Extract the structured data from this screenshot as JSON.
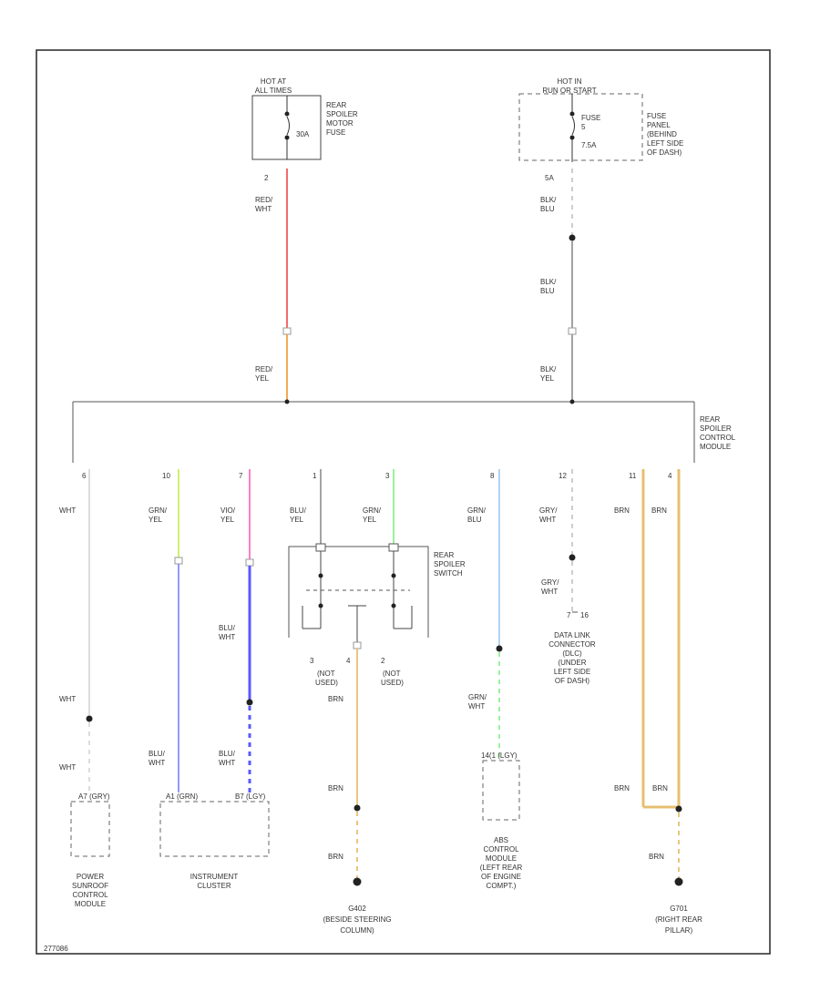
{
  "power": {
    "left": {
      "title_line1": "HOT AT",
      "title_line2": "ALL TIMES",
      "fuse_amp": "30A",
      "fuse_name": [
        "REAR",
        "SPOILER",
        "MOTOR",
        "FUSE"
      ],
      "pin": "2"
    },
    "right": {
      "title_line1": "HOT IN",
      "title_line2": "RUN OR START",
      "fuse_label": [
        "FUSE",
        "5"
      ],
      "fuse_amp": "7.5A",
      "panel_name": [
        "FUSE",
        "PANEL",
        "(BEHIND",
        "LEFT SIDE",
        "OF DASH)"
      ],
      "pin": "5A"
    }
  },
  "wires": {
    "red_wht": [
      "RED/",
      "WHT"
    ],
    "red_yel": [
      "RED/",
      "YEL"
    ],
    "blk_blu_1": [
      "BLK/",
      "BLU"
    ],
    "blk_blu_2": [
      "BLK/",
      "BLU"
    ],
    "blk_yel": [
      "BLK/",
      "YEL"
    ]
  },
  "module": {
    "name": [
      "REAR",
      "SPOILER",
      "CONTROL",
      "MODULE"
    ]
  },
  "pins": [
    {
      "num": "6",
      "wire": [
        "WHT"
      ]
    },
    {
      "num": "10",
      "wire": [
        "GRN/",
        "YEL"
      ]
    },
    {
      "num": "7",
      "wire": [
        "VIO/",
        "YEL"
      ]
    },
    {
      "num": "1",
      "wire": [
        "BLU/",
        "YEL"
      ]
    },
    {
      "num": "3",
      "wire": [
        "GRN/",
        "YEL"
      ]
    },
    {
      "num": "8",
      "wire": [
        "GRN/",
        "BLU"
      ]
    },
    {
      "num": "12",
      "wire": [
        "GRY/",
        "WHT"
      ]
    },
    {
      "num": "11",
      "wire": [
        "BRN"
      ]
    },
    {
      "num": "4",
      "wire": [
        "BRN"
      ]
    }
  ],
  "switch": {
    "name": [
      "REAR",
      "SPOILER",
      "SWITCH"
    ],
    "left_pin": "3",
    "left_note": [
      "(NOT",
      "USED)"
    ],
    "mid_pin": "4",
    "right_pin": "2",
    "right_note": [
      "(NOT",
      "USED)"
    ]
  },
  "lower_wires": {
    "wht_mid": "WHT",
    "wht_low": "WHT",
    "blu_wht_1": [
      "BLU/",
      "WHT"
    ],
    "blu_wht_2": [
      "BLU/",
      "WHT"
    ],
    "blu_wht_3": [
      "BLU/",
      "WHT"
    ],
    "brn_switch": "BRN",
    "grn_wht": [
      "GRN/",
      "WHT"
    ],
    "gry_wht": [
      "GRY/",
      "WHT"
    ],
    "brn_g1": "BRN",
    "brn_g2": "BRN",
    "brn_r1": "BRN",
    "brn_r2": "BRN",
    "brn_r3": "BRN"
  },
  "components": {
    "sunroof": {
      "pins": "A7 (GRY)",
      "name": [
        "POWER",
        "SUNROOF",
        "CONTROL",
        "MODULE"
      ]
    },
    "cluster": {
      "pins_left": "A1 (GRN)",
      "pins_right": "B7 (LGY)",
      "name": [
        "INSTRUMENT",
        "CLUSTER"
      ]
    },
    "g402": {
      "name": [
        "G402",
        "(BESIDE STEERING",
        "COLUMN)"
      ]
    },
    "abs": {
      "pins": "14(1 (LGY)",
      "name": [
        "ABS",
        "CONTROL",
        "MODULE",
        "(LEFT REAR",
        "OF ENGINE",
        "COMPT.)"
      ]
    },
    "dlc": {
      "pin": "7",
      "pin2": "16",
      "name": [
        "DATA LINK",
        "CONNECTOR",
        "(DLC)",
        "(UNDER",
        "LEFT SIDE",
        "OF DASH)"
      ]
    },
    "g701": {
      "name": [
        "G701",
        "(RIGHT REAR",
        "PILLAR)"
      ]
    }
  },
  "footer": {
    "code": "277086"
  },
  "colors": {
    "red": "#f05a5a",
    "orange": "#f0a040",
    "gray": "#999999",
    "light_gray": "#c8c8c8",
    "yellow_green": "#c8f060",
    "pink": "#ff70c0",
    "blue": "#5a5aff",
    "light_blue": "#a8cff0",
    "green": "#90f090",
    "tan": "#e6c070",
    "black": "#222222"
  }
}
